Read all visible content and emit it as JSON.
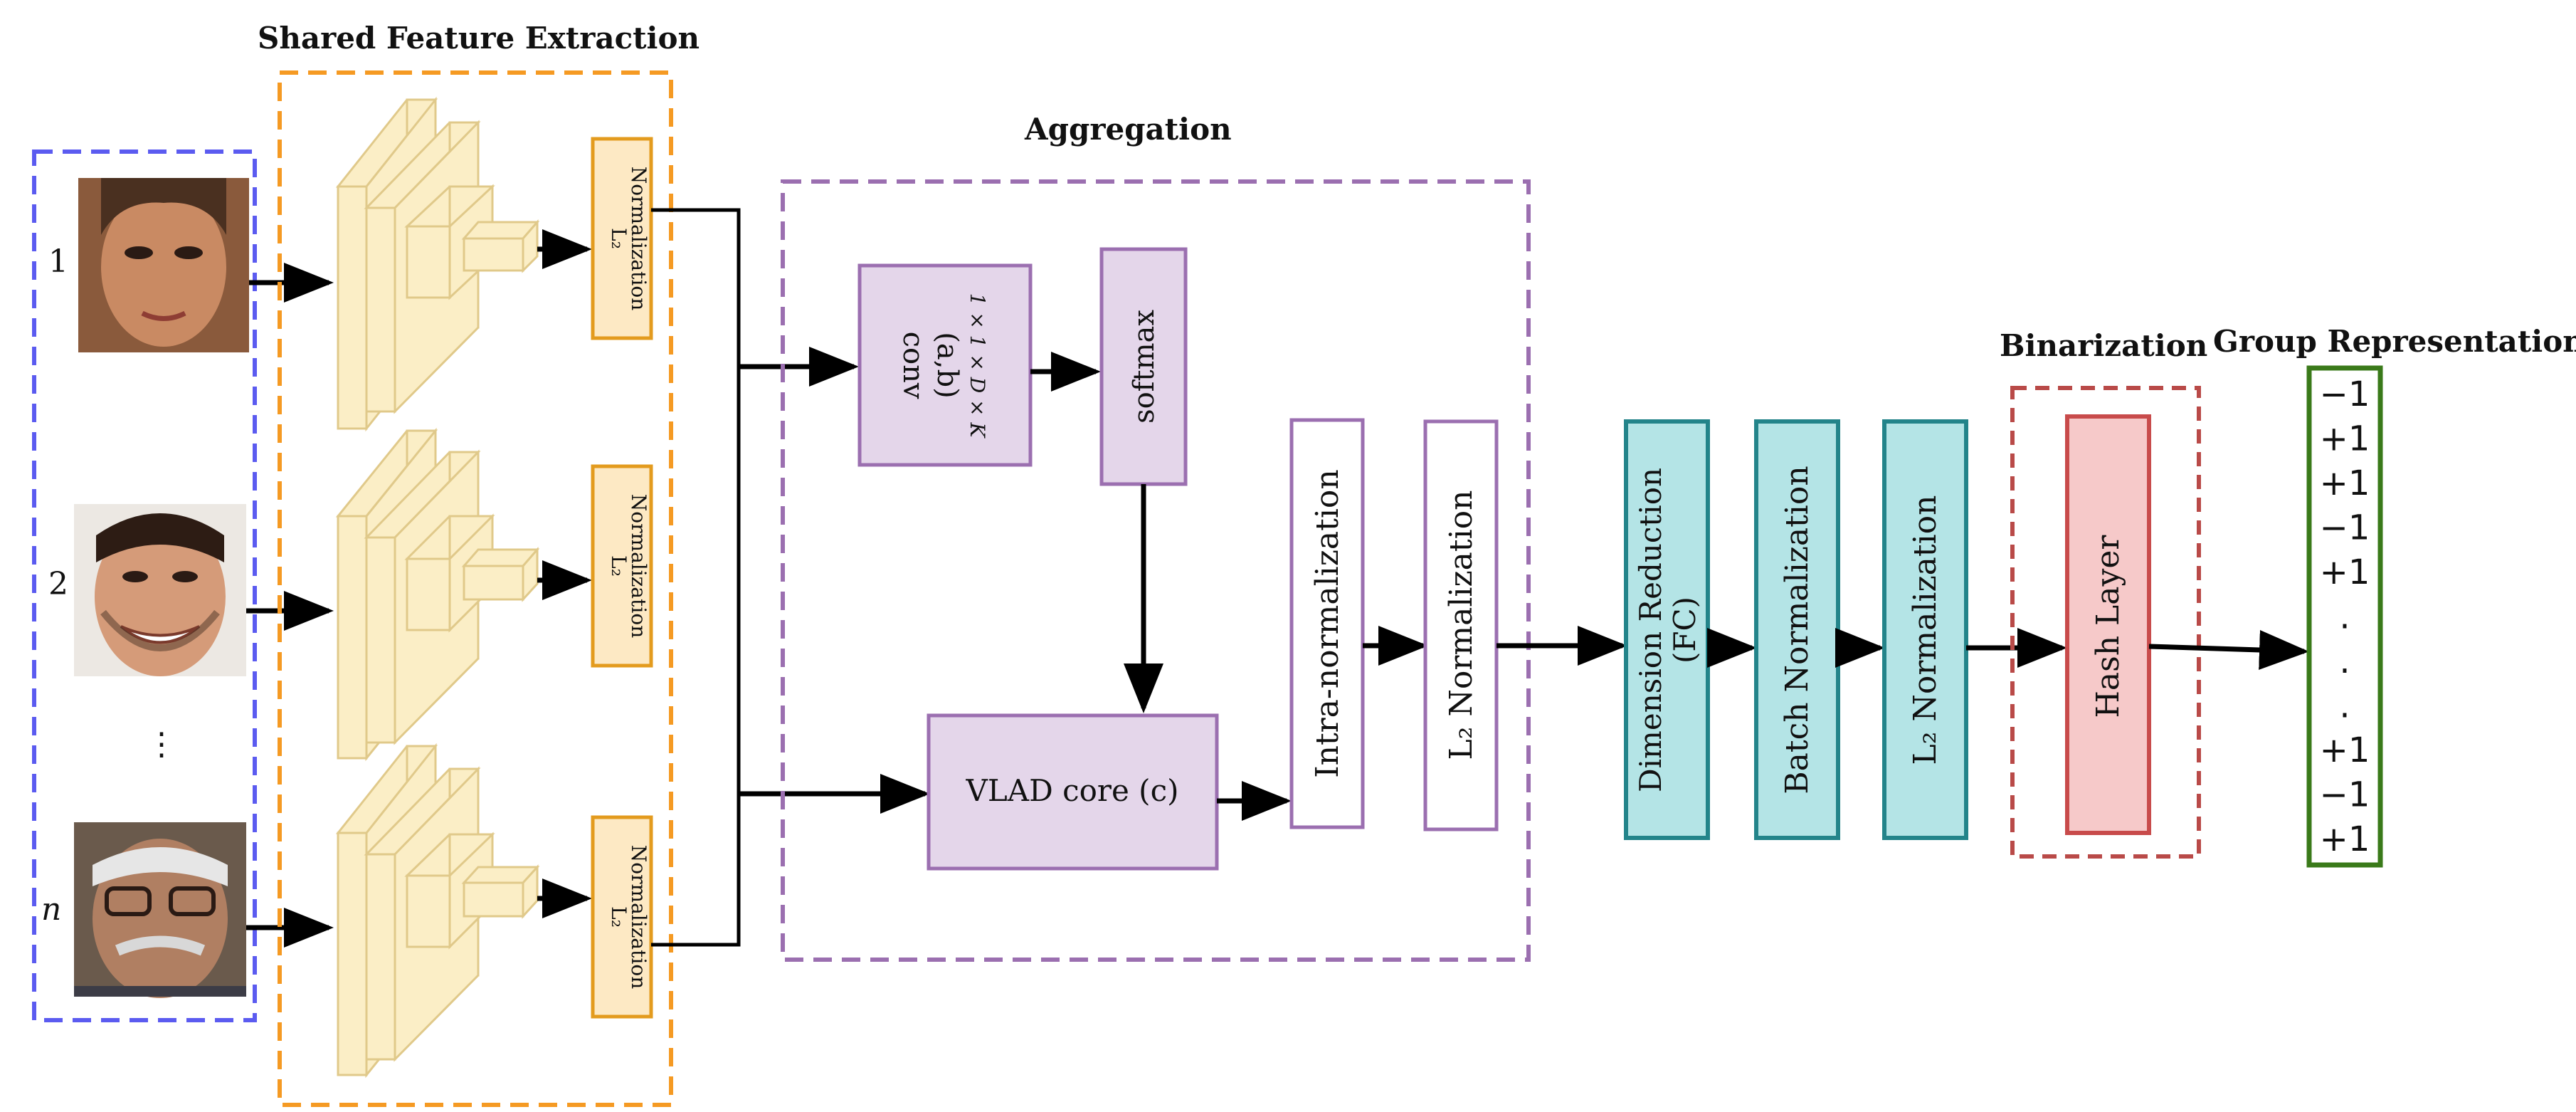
{
  "regions": {
    "shared_feature_extraction": "Shared Feature Extraction",
    "aggregation": "Aggregation",
    "binarization": "Binarization",
    "group_representation": "Group Representation"
  },
  "faces": [
    {
      "label": "1"
    },
    {
      "label": "2"
    },
    {
      "label": "n"
    }
  ],
  "ellipsis": "⋮",
  "l2_block": {
    "line1": "L₂",
    "line2": "Normalization"
  },
  "aggregation_blocks": {
    "conv_line1": "conv",
    "conv_line2": "(a,b)",
    "conv_dims": "1 × 1 × D × K",
    "softmax": "softmax",
    "vlad": "VLAD core (c)"
  },
  "pipeline": {
    "intra": "Intra-normalization",
    "l2": "L₂ Normalization",
    "dimred_line1": "Dimension Reduction",
    "dimred_line2": "(FC)",
    "batchnorm": "Batch Normalization",
    "l2_2": "L₂ Normalization",
    "hash": "Hash Layer"
  },
  "group_code": [
    "−1",
    "+1",
    "+1",
    "−1",
    "+1",
    ".",
    ".",
    ".",
    "+1",
    "−1",
    "+1"
  ],
  "colors": {
    "blue_dash": "#5b5bf0",
    "orange_dash": "#f59a23",
    "purple_dash": "#9b6fb0",
    "red_dash": "#b94a48",
    "green_border": "#3a7a1a",
    "cnn_fill": "#fbeec6",
    "cnn_stroke": "#e0c98a",
    "l2_fill": "#fde9c4",
    "l2_stroke": "#e39b1e",
    "purple_fill": "#e4d6ea",
    "purple_stroke": "#9b6fb0",
    "teal_fill": "#b4e4e6",
    "teal_stroke": "#23848a",
    "hash_fill": "#f6c9c9",
    "hash_stroke": "#c84b4b"
  }
}
